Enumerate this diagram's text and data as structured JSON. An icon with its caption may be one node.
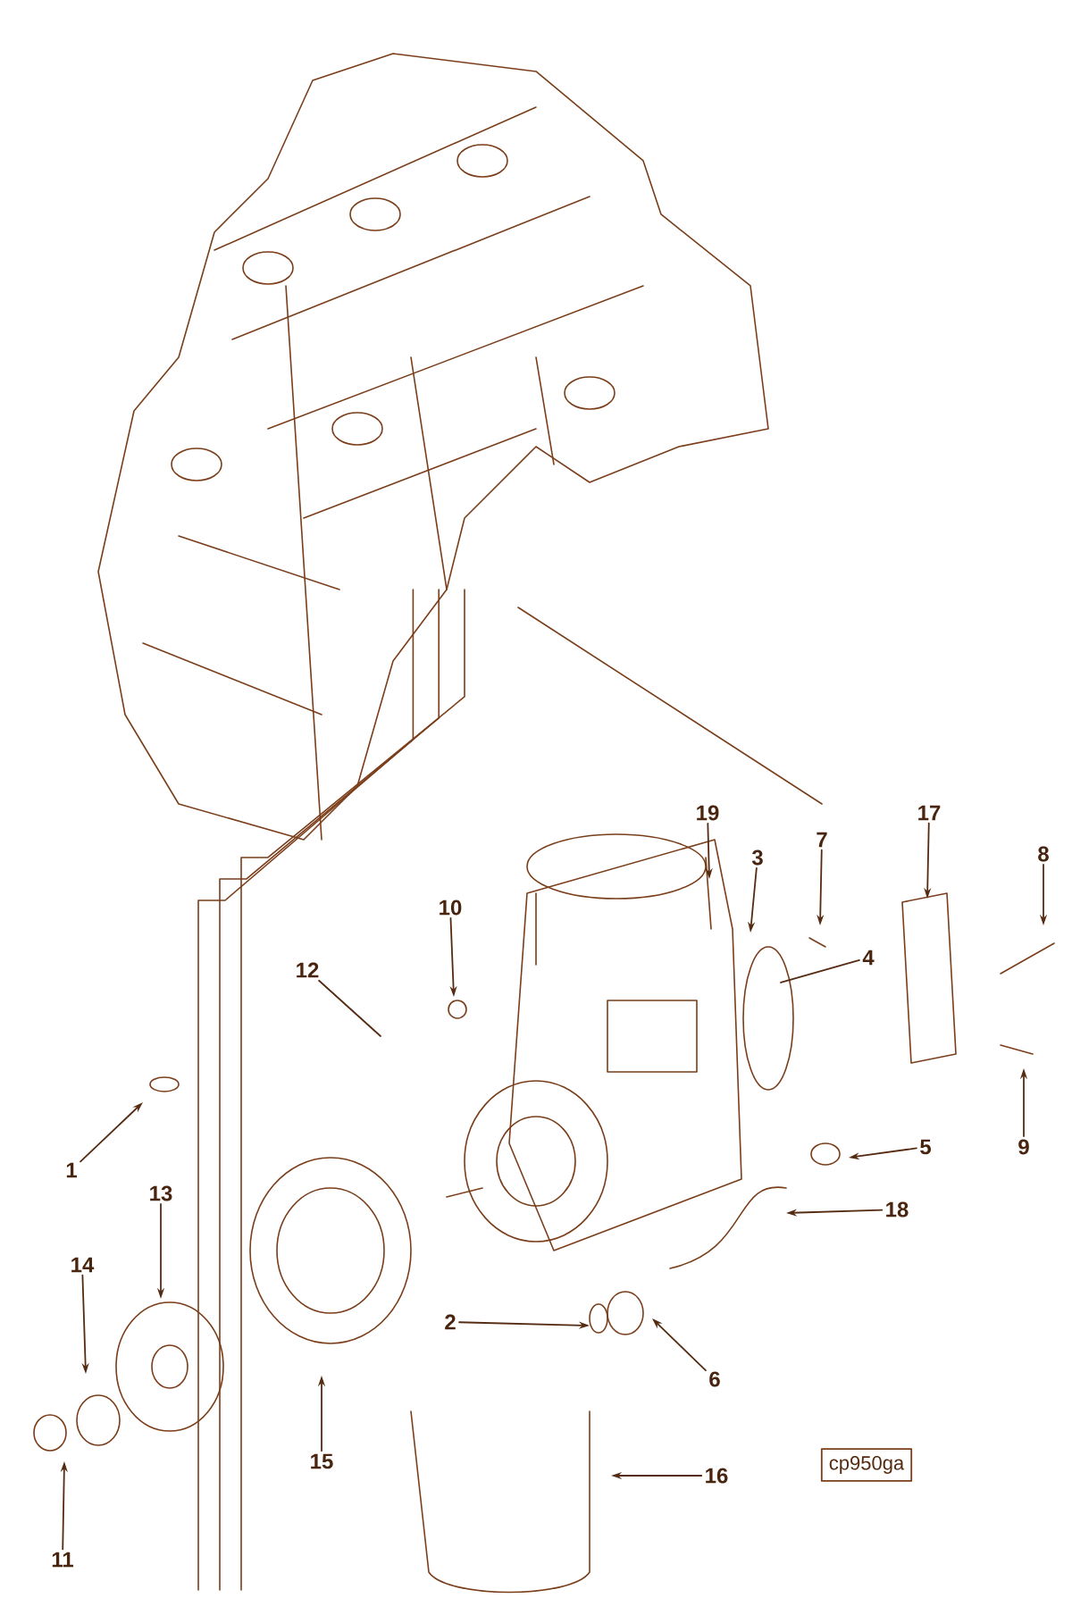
{
  "diagram": {
    "nodes": [
      {
        "text": [
          "1"
        ]
      },
      {
        "text": [
          "2"
        ]
      },
      {
        "text": [
          "3"
        ]
      },
      {
        "text": [
          "4"
        ]
      },
      {
        "text": [
          "5"
        ]
      },
      {
        "text": [
          "6"
        ]
      },
      {
        "text": [
          "7"
        ]
      },
      {
        "text": [
          "8"
        ]
      },
      {
        "text": [
          "9"
        ]
      },
      {
        "text": [
          "10"
        ]
      },
      {
        "text": [
          "11"
        ]
      },
      {
        "text": [
          "12"
        ]
      },
      {
        "text": [
          "13"
        ]
      },
      {
        "text": [
          "14"
        ]
      },
      {
        "text": [
          "15"
        ]
      },
      {
        "text": [
          "16"
        ]
      },
      {
        "text": [
          "17"
        ]
      },
      {
        "text": [
          "18"
        ]
      },
      {
        "text": [
          "19"
        ]
      },
      {
        "text": [
          "cp950ga"
        ]
      }
    ],
    "edges": [
      {
        "from": 0,
        "to": null,
        "arrow": "to"
      },
      {
        "from": 1,
        "to": null,
        "arrow": "to"
      },
      {
        "from": 2,
        "to": null,
        "arrow": "to"
      },
      {
        "from": 3,
        "to": null,
        "arrow": "none"
      },
      {
        "from": 4,
        "to": null,
        "arrow": "to"
      },
      {
        "from": 5,
        "to": null,
        "arrow": "to"
      },
      {
        "from": 6,
        "to": null,
        "arrow": "to"
      },
      {
        "from": 7,
        "to": null,
        "arrow": "to"
      },
      {
        "from": 8,
        "to": null,
        "arrow": "to"
      },
      {
        "from": 9,
        "to": null,
        "arrow": "to"
      },
      {
        "from": 10,
        "to": null,
        "arrow": "to"
      },
      {
        "from": 11,
        "to": null,
        "arrow": "none"
      },
      {
        "from": 12,
        "to": null,
        "arrow": "to"
      },
      {
        "from": 13,
        "to": null,
        "arrow": "to"
      },
      {
        "from": 14,
        "to": null,
        "arrow": "to"
      },
      {
        "from": 15,
        "to": null,
        "arrow": "to"
      },
      {
        "from": 16,
        "to": null,
        "arrow": "to"
      },
      {
        "from": 17,
        "to": null,
        "arrow": "to"
      },
      {
        "from": 18,
        "to": null,
        "arrow": "to"
      }
    ]
  }
}
